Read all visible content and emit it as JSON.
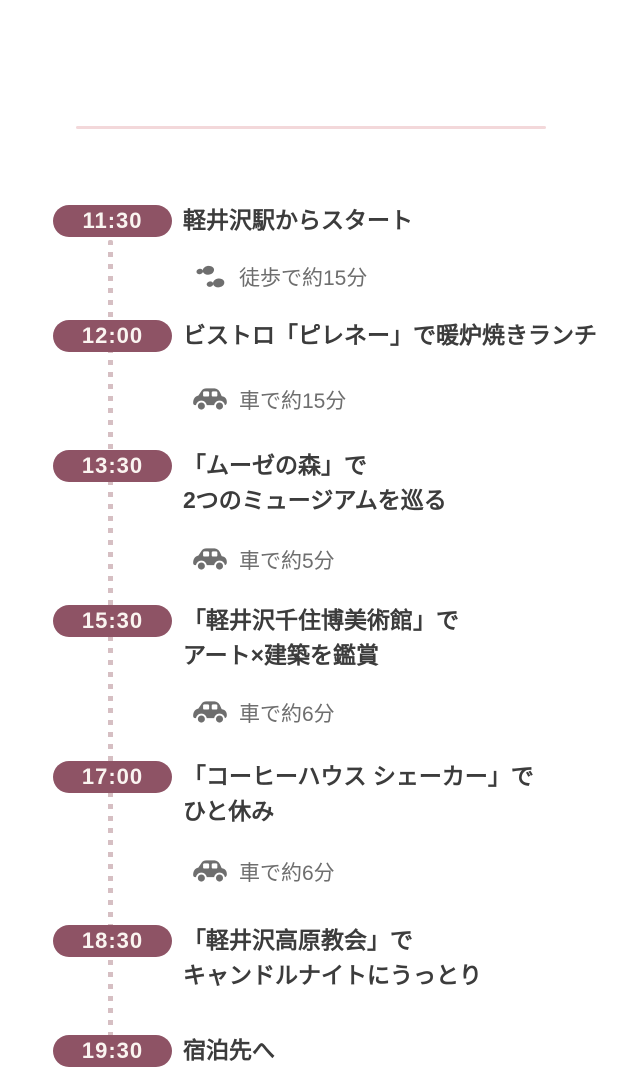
{
  "colors": {
    "badge-bg": "#8E5365",
    "badge-text": "#FAF4F0",
    "title": "#3C3C3C",
    "transit": "#6E6E6E",
    "dot": "#D6BFC3",
    "divider": "#F3D8DA",
    "icon": "#6E6E6E"
  },
  "timeline": {
    "entries": [
      {
        "time": "11:30",
        "title_lines": [
          "軽井沢駅からスタート"
        ]
      },
      {
        "time": "12:00",
        "title_lines": [
          "ビストロ「ピレネー」で暖炉焼きランチ"
        ]
      },
      {
        "time": "13:30",
        "title_lines": [
          "「ムーゼの森」で",
          "2つのミュージアムを巡る"
        ]
      },
      {
        "time": "15:30",
        "title_lines": [
          "「軽井沢千住博美術館」で",
          "アート×建築を鑑賞"
        ]
      },
      {
        "time": "17:00",
        "title_lines": [
          "「コーヒーハウス シェーカー」で",
          "ひと休み"
        ]
      },
      {
        "time": "18:30",
        "title_lines": [
          "「軽井沢高原教会」で",
          "キャンドルナイトにうっとり"
        ]
      },
      {
        "time": "19:30",
        "title_lines": [
          "宿泊先へ"
        ]
      }
    ],
    "transits": [
      {
        "mode": "walk",
        "icon": "footsteps-icon",
        "label": "徒歩で約15分"
      },
      {
        "mode": "car",
        "icon": "car-icon",
        "label": "車で約15分"
      },
      {
        "mode": "car",
        "icon": "car-icon",
        "label": "車で約5分"
      },
      {
        "mode": "car",
        "icon": "car-icon",
        "label": "車で約6分"
      },
      {
        "mode": "car",
        "icon": "car-icon",
        "label": "車で約6分"
      }
    ]
  }
}
